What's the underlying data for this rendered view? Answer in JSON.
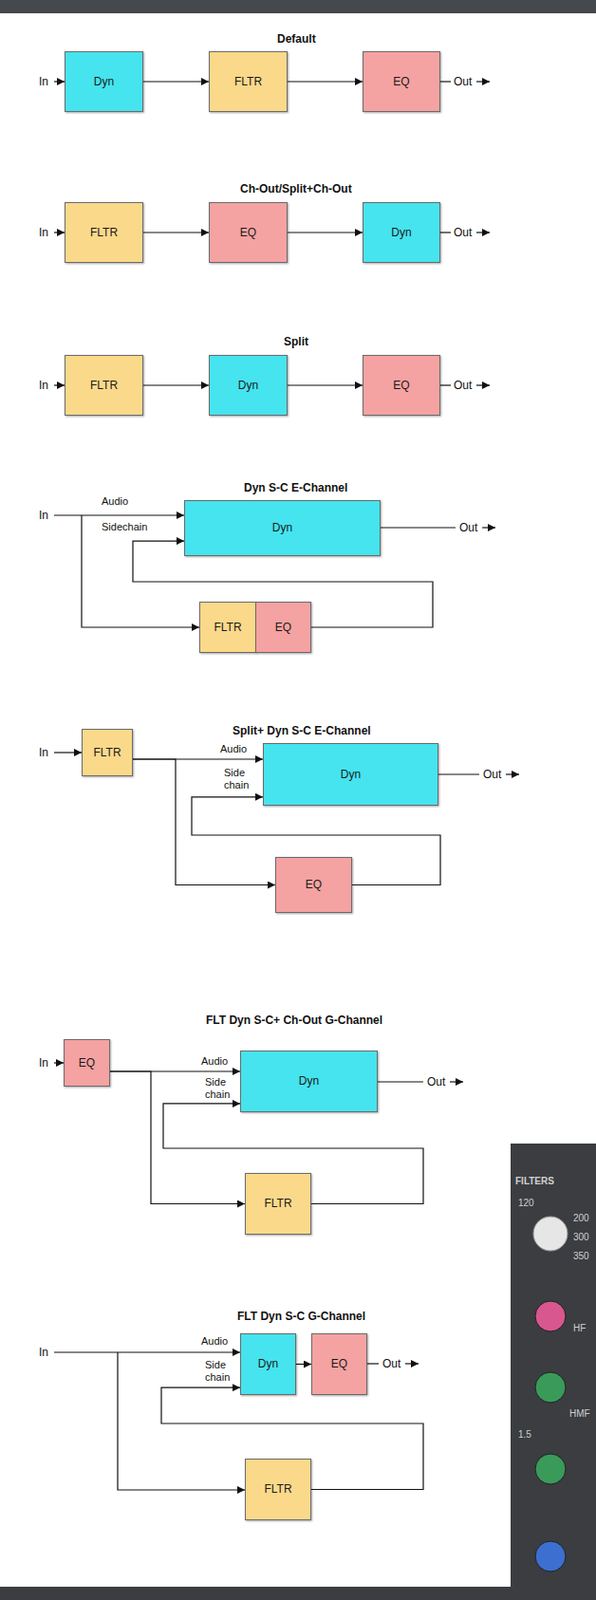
{
  "diagram": {
    "nodes": [
      {
        "text": [
          "Dyn"
        ]
      },
      {
        "text": [
          "FLTR"
        ]
      },
      {
        "text": [
          "EQ"
        ]
      },
      {
        "text": [
          "FLTR"
        ]
      },
      {
        "text": [
          "EQ"
        ]
      },
      {
        "text": [
          "Dyn"
        ]
      },
      {
        "text": [
          "FLTR"
        ]
      },
      {
        "text": [
          "Dyn"
        ]
      },
      {
        "text": [
          "EQ"
        ]
      },
      {
        "text": [
          "Dyn"
        ]
      },
      {
        "text": [
          "FLTR"
        ]
      },
      {
        "text": [
          "EQ"
        ]
      },
      {
        "text": [
          "FLTR"
        ]
      },
      {
        "text": [
          "Dyn"
        ]
      },
      {
        "text": [
          "EQ"
        ]
      },
      {
        "text": [
          "EQ"
        ]
      },
      {
        "text": [
          "Dyn"
        ]
      },
      {
        "text": [
          "FLTR"
        ]
      },
      {
        "text": [
          "Dyn"
        ]
      },
      {
        "text": [
          "EQ"
        ]
      },
      {
        "text": [
          "FLTR"
        ]
      }
    ],
    "edges": [
      {
        "from": 0,
        "to": 1,
        "arrow": "to"
      },
      {
        "from": 1,
        "to": 2,
        "arrow": "to"
      },
      {
        "from": 3,
        "to": 4,
        "arrow": "to"
      },
      {
        "from": 4,
        "to": 5,
        "arrow": "to"
      },
      {
        "from": 6,
        "to": 7,
        "arrow": "to"
      },
      {
        "from": 7,
        "to": 8,
        "arrow": "to"
      },
      {
        "from": 11,
        "to": 9,
        "arrow": "to"
      },
      {
        "from": 12,
        "to": 13,
        "arrow": "to"
      },
      {
        "from": 12,
        "to": 14,
        "arrow": "to"
      },
      {
        "from": 14,
        "to": 13,
        "arrow": "to"
      },
      {
        "from": 15,
        "to": 16,
        "arrow": "to"
      },
      {
        "from": 15,
        "to": 17,
        "arrow": "to"
      },
      {
        "from": 17,
        "to": 16,
        "arrow": "to"
      },
      {
        "from": 18,
        "to": 19,
        "arrow": "to"
      },
      {
        "from": 20,
        "to": 18,
        "arrow": "to"
      }
    ],
    "labels": [
      "Default",
      "In",
      "Out",
      "Ch-Out/Split+Ch-Out",
      "In",
      "Out",
      "Split",
      "In",
      "Out",
      "Dyn S-C E-Channel",
      "In",
      "Audio",
      "Sidechain",
      "Out",
      "Split+ Dyn S-C E-Channel",
      "In",
      "Audio",
      "Side chain",
      "Out",
      "FLT Dyn S-C+ Ch-Out G-Channel",
      "In",
      "Audio",
      "Side chain",
      "Out",
      "FLT Dyn S-C G-Channel",
      "In",
      "Audio",
      "Side chain",
      "Out",
      "FILTERS",
      "120",
      "200",
      "300",
      "350",
      "HF",
      "HMF",
      "1.5"
    ]
  }
}
